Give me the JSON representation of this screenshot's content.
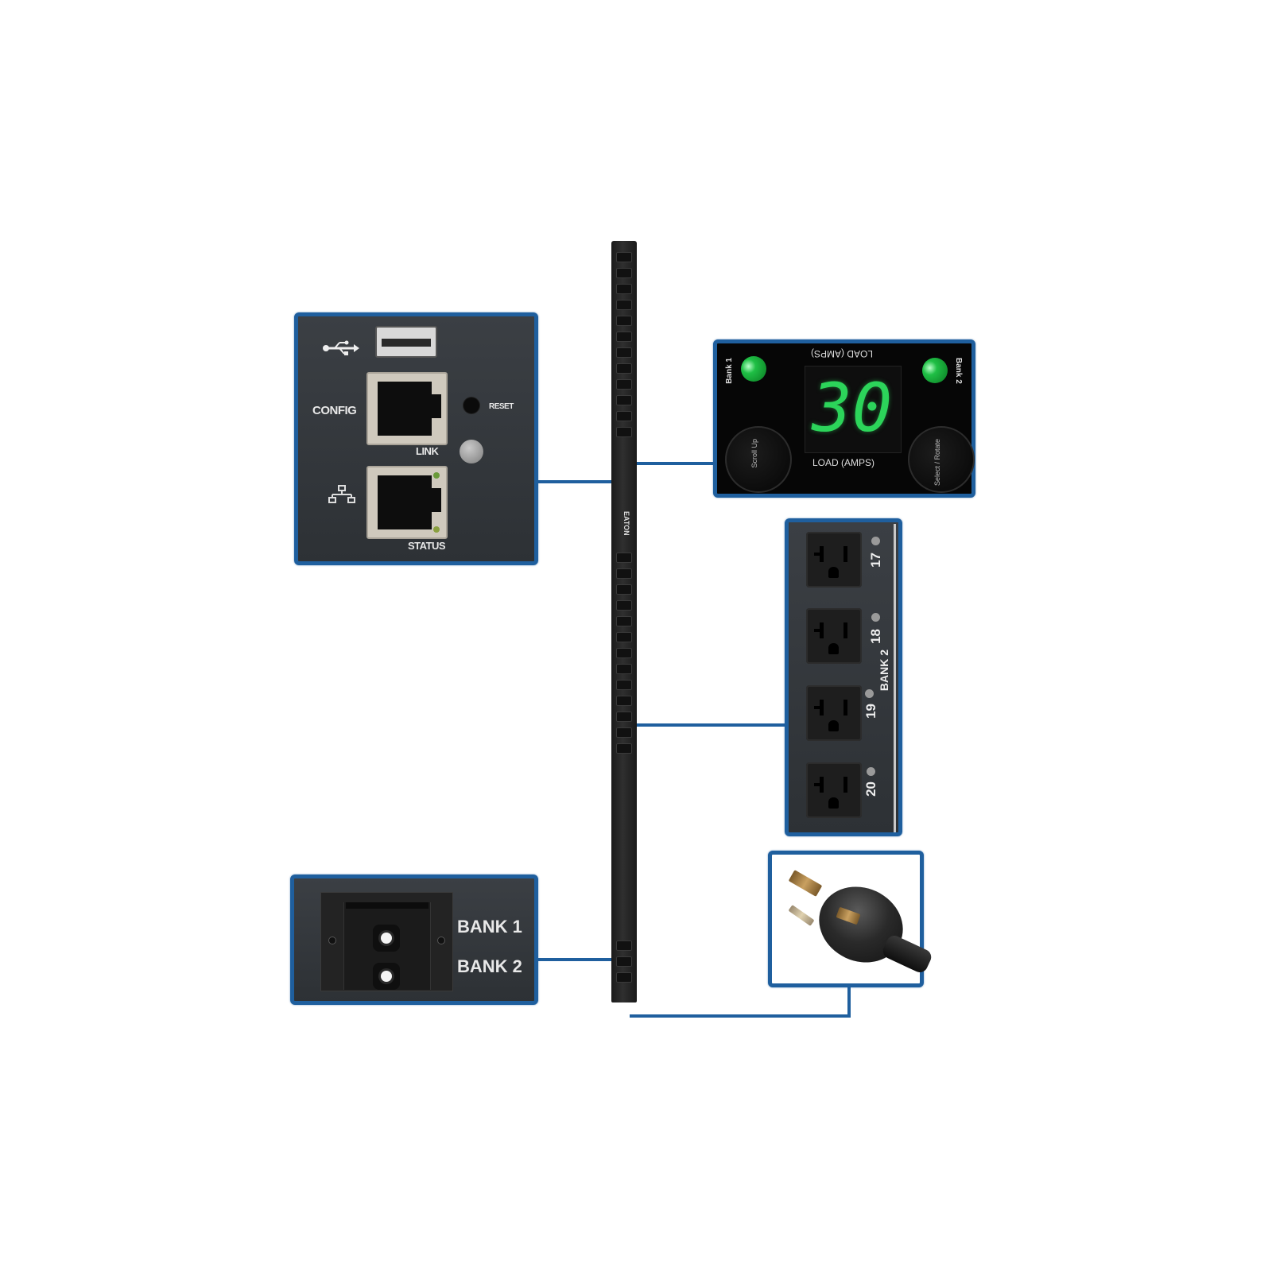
{
  "product": {
    "description": "Vertical rack PDU with callout detail panels",
    "brand_mark": "EATON"
  },
  "network_panel": {
    "usb_icon": "usb-icon",
    "network_icon": "network-icon",
    "config_label": "CONFIG",
    "reset_label": "RESET",
    "link_label": "LINK",
    "status_label": "STATUS"
  },
  "display_panel": {
    "load_value": "30",
    "load_label": "LOAD (AMPS)",
    "load_label_inverted": "LOAD (AMPS)",
    "bank1_label": "Bank 1",
    "bank2_label": "Bank 2",
    "left_button_label": "Scroll Up",
    "right_button_label": "Select / Rotate",
    "led_color": "#1fbf45",
    "digit_color": "#2cd45a"
  },
  "outlet_panel": {
    "bank_label": "BANK 2",
    "outlets": [
      {
        "number": "17"
      },
      {
        "number": "18"
      },
      {
        "number": "19"
      },
      {
        "number": "20"
      }
    ]
  },
  "breaker_panel": {
    "bank1_label": "BANK 1",
    "bank2_label": "BANK 2"
  },
  "plug_panel": {
    "icon": "locking-plug-icon"
  },
  "colors": {
    "callout_border": "#1f5f9e",
    "panel_dark": "#33373b",
    "background": "#ffffff"
  }
}
